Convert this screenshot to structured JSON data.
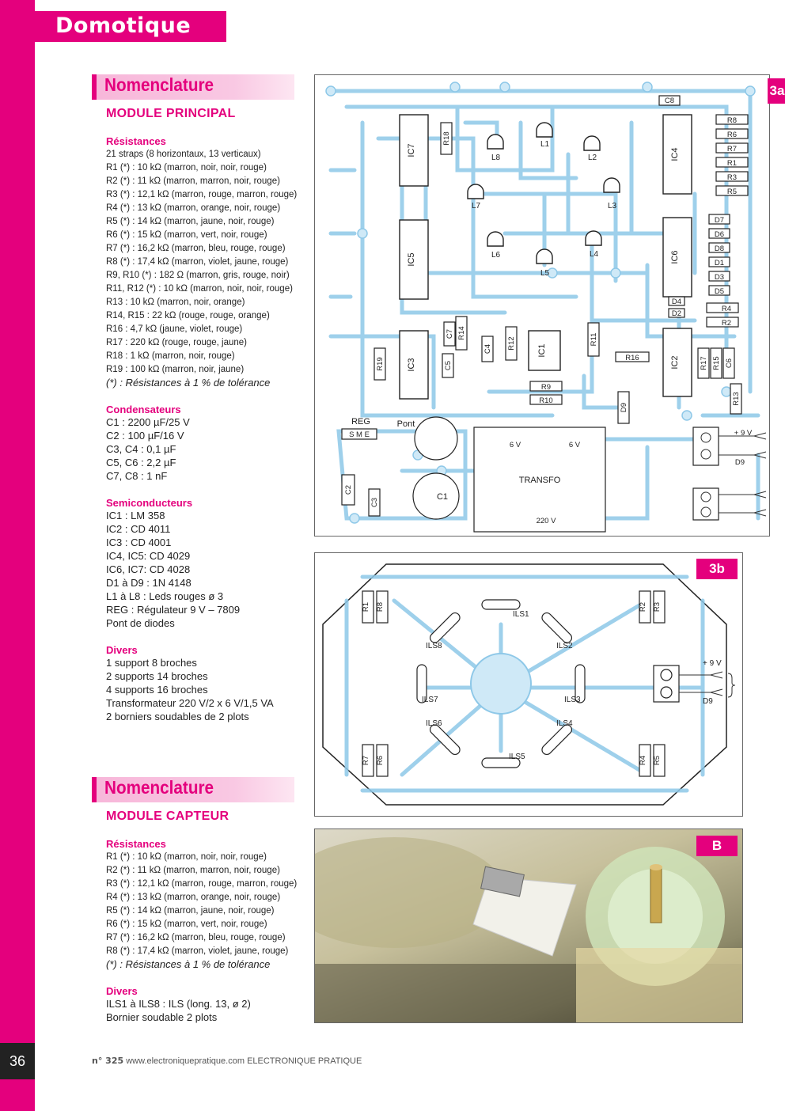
{
  "header": {
    "title": "Domotique"
  },
  "page_number": "36",
  "footer": {
    "issue": "n° 325",
    "url": "www.electroniquepratique.com",
    "mag": "ELECTRONIQUE PRATIQUE"
  },
  "nomenclature1": {
    "title": "Nomenclature",
    "subtitle": "MODULE PRINCIPAL",
    "resistances_title": "Résistances",
    "resistances": [
      "21 straps (8 horizontaux, 13 verticaux)",
      "R1 (*) : 10 kΩ (marron, noir, noir, rouge)",
      "R2 (*) : 11 kΩ (marron, marron, noir, rouge)",
      "R3 (*) : 12,1 kΩ (marron, rouge, marron, rouge)",
      "R4 (*) : 13 kΩ (marron, orange, noir, rouge)",
      "R5 (*) : 14 kΩ (marron, jaune, noir, rouge)",
      "R6 (*) : 15 kΩ (marron, vert, noir, rouge)",
      "R7 (*) : 16,2 kΩ (marron, bleu, rouge, rouge)",
      "R8 (*) : 17,4 kΩ (marron, violet, jaune, rouge)",
      "R9, R10 (*) : 182 Ω (marron, gris, rouge, noir)",
      "R11, R12 (*) : 10 kΩ (marron, noir, noir, rouge)",
      "R13 : 10 kΩ (marron, noir, orange)",
      "R14, R15 : 22 kΩ (rouge, rouge, orange)",
      "R16 : 4,7 kΩ (jaune, violet, rouge)",
      "R17 : 220 kΩ (rouge, rouge, jaune)",
      "R18 : 1 kΩ (marron, noir, rouge)",
      "R19 : 100 kΩ (marron, noir, jaune)"
    ],
    "tolerance": "(*) : Résistances à 1 % de tolérance",
    "condensateurs_title": "Condensateurs",
    "condensateurs": [
      "C1 : 2200 µF/25 V",
      "C2 : 100 µF/16 V",
      "C3, C4 : 0,1 µF",
      "C5, C6 : 2,2 µF",
      "C7, C8 : 1 nF"
    ],
    "semi_title": "Semiconducteurs",
    "semi": [
      "IC1 : LM 358",
      "IC2 : CD 4011",
      "IC3 : CD 4001",
      "IC4,  IC5: CD 4029",
      "IC6, IC7: CD 4028",
      "D1 à D9 : 1N 4148",
      "L1 à L8 : Leds rouges ø 3",
      "REG : Régulateur 9 V – 7809",
      "Pont de diodes"
    ],
    "divers_title": "Divers",
    "divers": [
      "1 support 8 broches",
      "2 supports 14 broches",
      "4 supports 16 broches",
      "Transformateur 220 V/2 x 6 V/1,5 VA",
      "2 borniers soudables de 2 plots"
    ]
  },
  "nomenclature2": {
    "title": "Nomenclature",
    "subtitle": "MODULE CAPTEUR",
    "resistances_title": "Résistances",
    "resistances": [
      "R1 (*) : 10 kΩ (marron, noir, noir, rouge)",
      "R2 (*) : 11 kΩ (marron, marron, noir, rouge)",
      "R3 (*) : 12,1 kΩ (marron, rouge, marron, rouge)",
      "R4 (*) : 13 kΩ (marron, orange, noir, rouge)",
      "R5 (*) : 14 kΩ (marron, jaune, noir, rouge)",
      "R6 (*) : 15 kΩ (marron, vert, noir, rouge)",
      "R7 (*) : 16,2 kΩ (marron, bleu, rouge, rouge)",
      "R8 (*) : 17,4 kΩ (marron, violet, jaune, rouge)"
    ],
    "tolerance": "(*) : Résistances à 1 % de tolérance",
    "divers_title": "Divers",
    "divers": [
      "ILS1 à ILS8 : ILS (long. 13, ø 2)",
      "Bornier soudable 2 plots"
    ]
  },
  "fig3a": {
    "label": "3a",
    "ics": [
      "IC7",
      "IC5",
      "IC3",
      "IC4",
      "IC6",
      "IC2",
      "IC1"
    ],
    "leds": [
      "L1",
      "L2",
      "L3",
      "L4",
      "L5",
      "L6",
      "L7",
      "L8"
    ],
    "right_resistors": [
      "R8",
      "R6",
      "R7",
      "R1",
      "R3",
      "R5"
    ],
    "right_diodes": [
      "D7",
      "D6",
      "D8",
      "D1",
      "D3",
      "D5"
    ],
    "misc": {
      "c8": "C8",
      "r4": "R4",
      "r2": "R2",
      "d4": "D4",
      "d2": "D2",
      "r18": "R18",
      "r19": "R19",
      "c5": "C5",
      "c7": "C7",
      "r14": "R14",
      "c4": "C4",
      "r12": "R12",
      "r11": "R11",
      "r16": "R16",
      "r9": "R9",
      "r10": "R10",
      "d9": "D9",
      "r17": "R17",
      "r15": "R15",
      "c6": "C6",
      "r13": "R13",
      "reg": "REG",
      "sme": "S M E",
      "pont": "Pont",
      "c1": "C1",
      "c2": "C2",
      "c3": "C3",
      "v6a": "6 V",
      "v6b": "6 V",
      "transfo": "TRANSFO",
      "v220": "220 V",
      "plus9v": "+ 9 V",
      "d9out": "D9"
    }
  },
  "fig3b": {
    "label": "3b",
    "ils": [
      "ILS1",
      "ILS2",
      "ILS3",
      "ILS4",
      "ILS5",
      "ILS6",
      "ILS7",
      "ILS8"
    ],
    "resistors": [
      "R1",
      "R8",
      "R2",
      "R3",
      "R7",
      "R6",
      "R4",
      "R5"
    ],
    "plus9v": "+ 9 V",
    "d9": "D9"
  },
  "photoB": {
    "label": "B"
  },
  "colors": {
    "accent": "#e4007d",
    "pcb_trace": "#8ec8e8"
  }
}
